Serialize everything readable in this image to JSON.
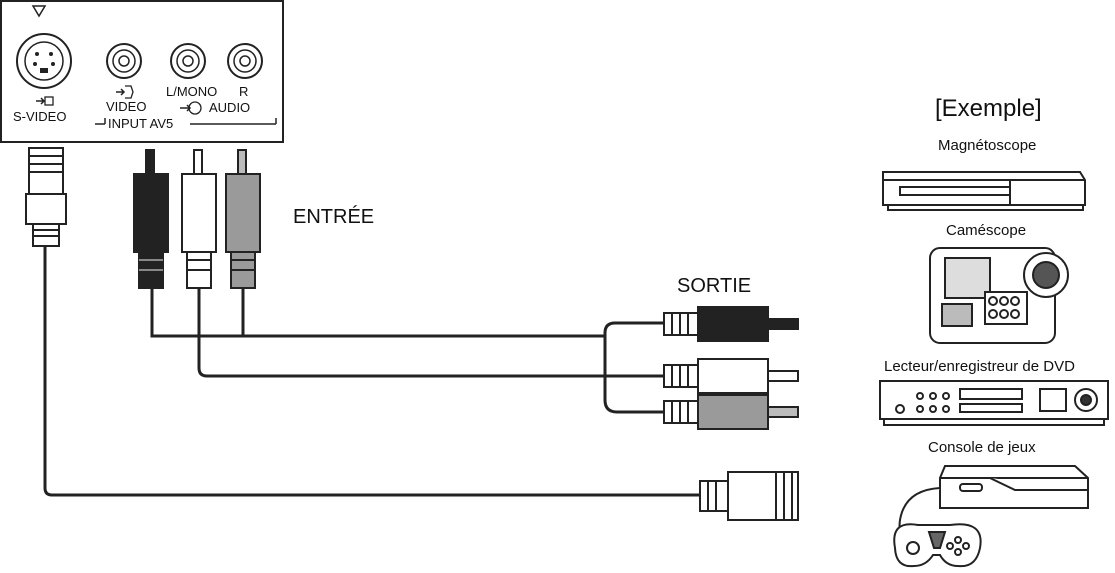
{
  "panel": {
    "svideo_label": "S-VIDEO",
    "video_label": "VIDEO",
    "lmono_label": "L/MONO",
    "r_label": "R",
    "audio_label": "AUDIO",
    "input_label": "INPUT  AV5"
  },
  "labels": {
    "input": "ENTRÉE",
    "output": "SORTIE"
  },
  "examples": {
    "heading": "[Exemple]",
    "items": [
      {
        "label": "Magnétoscope"
      },
      {
        "label": "Caméscope"
      },
      {
        "label": "Lecteur/enregistreur de DVD"
      },
      {
        "label": "Console de jeux"
      }
    ]
  }
}
